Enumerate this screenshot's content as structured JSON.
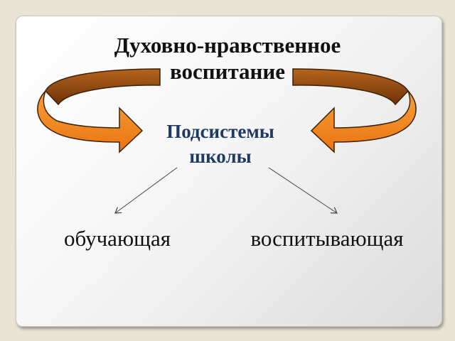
{
  "diagram": {
    "title_line1": "Духовно-нравственное",
    "title_line2": "воспитание",
    "center_line1": "Подсистемы",
    "center_line2": "школы",
    "branch_left": "обучающая",
    "branch_right": "воспитывающая"
  },
  "colors": {
    "slide_background": "#e9e4d6",
    "arrow_fill": "#f2861c",
    "arrow_dark": "#7a3a08",
    "center_text": "#1f3a62",
    "text": "#111111"
  }
}
